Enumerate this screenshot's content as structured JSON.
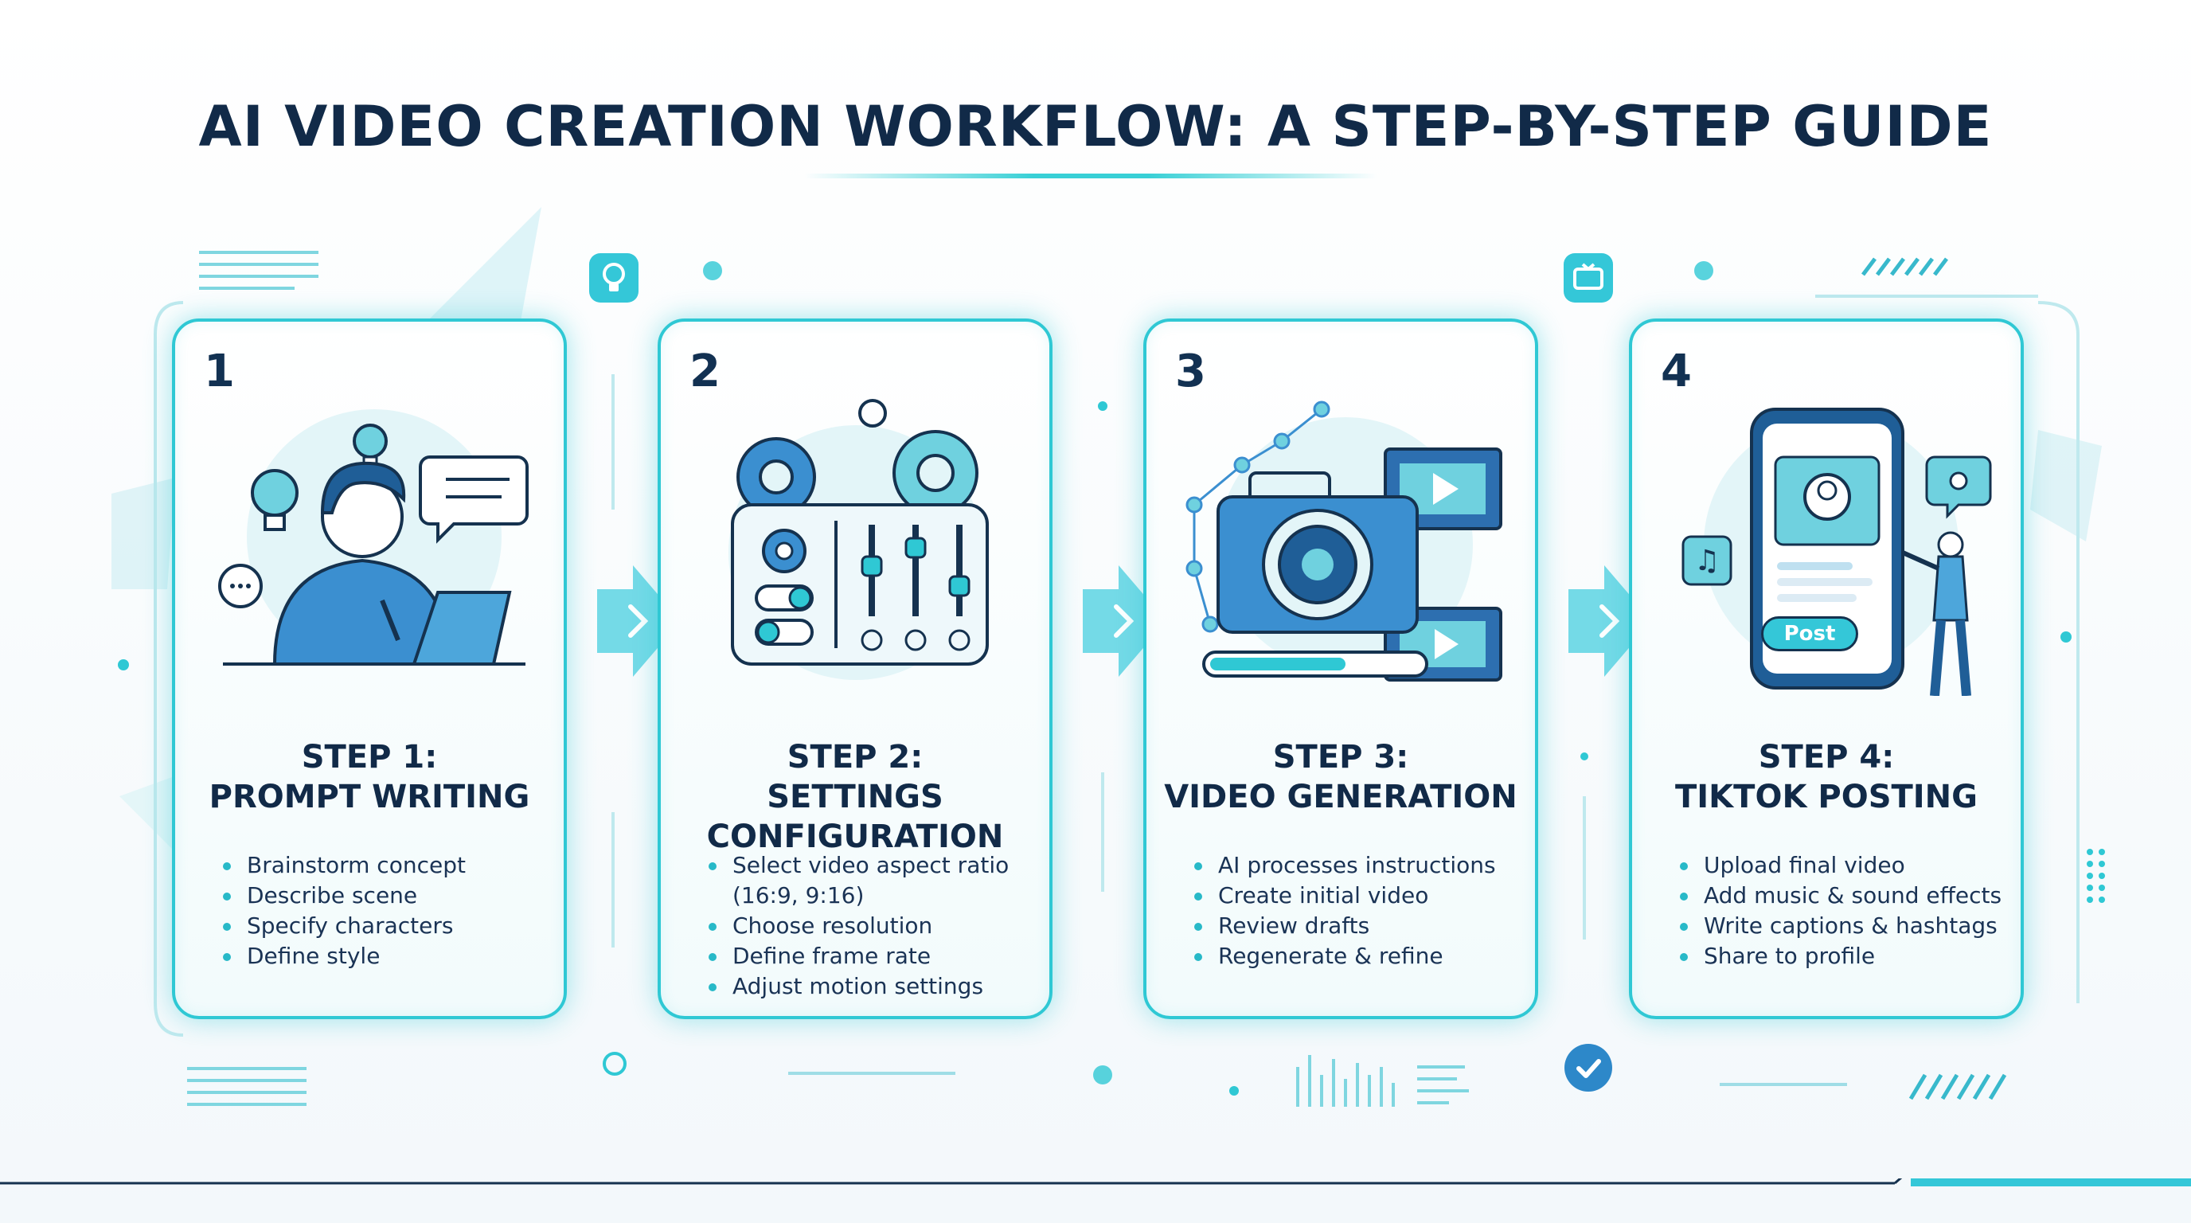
{
  "title": "AI VIDEO CREATION WORKFLOW: A STEP-BY-STEP GUIDE",
  "colors": {
    "accent": "#2fc8d4",
    "dark": "#112a48",
    "blue": "#2d6fb0",
    "teal": "#38d0d6"
  },
  "steps": [
    {
      "number": "1",
      "title_lines": [
        "STEP 1:",
        "PROMPT WRITING"
      ],
      "bullets": [
        "Brainstorm concept",
        "Describe scene",
        "Specify characters",
        "Define style"
      ],
      "icon": "person-writing-on-tablet"
    },
    {
      "number": "2",
      "title_lines": [
        "STEP 2:",
        "SETTINGS",
        "CONFIGURATION"
      ],
      "bullets": [
        "Select video aspect ratio (16:9, 9:16)",
        "Choose resolution",
        "Define frame rate",
        "Adjust motion settings"
      ],
      "icon": "gears-and-sliders"
    },
    {
      "number": "3",
      "title_lines": [
        "STEP 3:",
        "VIDEO GENERATION"
      ],
      "bullets": [
        "AI processes instructions",
        "Create initial video",
        "Review drafts",
        "Regenerate & refine"
      ],
      "icon": "camera-and-film"
    },
    {
      "number": "4",
      "title_lines": [
        "STEP 4:",
        "TIKTOK POSTING"
      ],
      "bullets": [
        "Upload final video",
        "Add music & sound effects",
        "Write captions & hashtags",
        "Share to profile"
      ],
      "icon": "phone-posting",
      "post_button": "Post"
    }
  ]
}
